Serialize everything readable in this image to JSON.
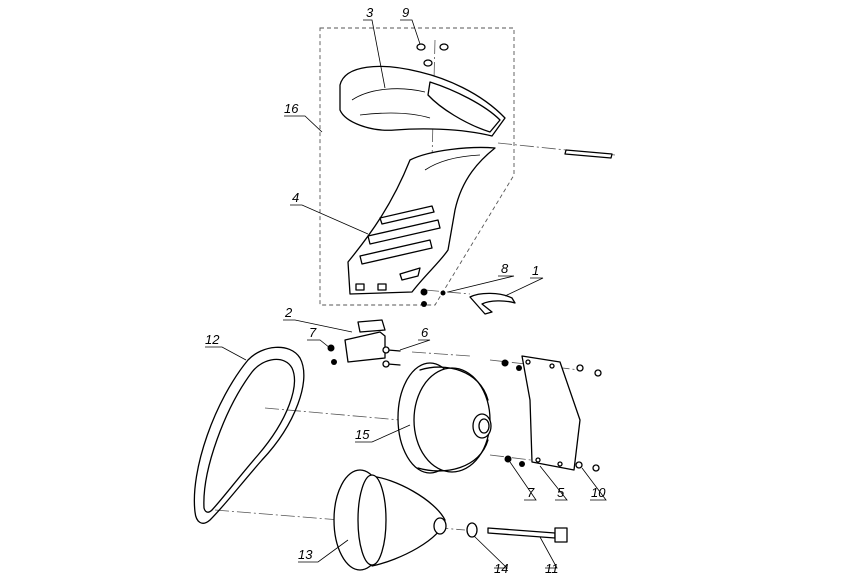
{
  "callouts": {
    "c1": "1",
    "c2": "2",
    "c3": "3",
    "c4": "4",
    "c5": "5",
    "c6": "6",
    "c7a": "7",
    "c7b": "7",
    "c8": "8",
    "c9": "9",
    "c10": "10",
    "c11": "11",
    "c12": "12",
    "c13": "13",
    "c14": "14",
    "c15": "15",
    "c16": "16"
  },
  "colors": {
    "line": "#000000",
    "background": "#ffffff",
    "axis": "#555555"
  }
}
